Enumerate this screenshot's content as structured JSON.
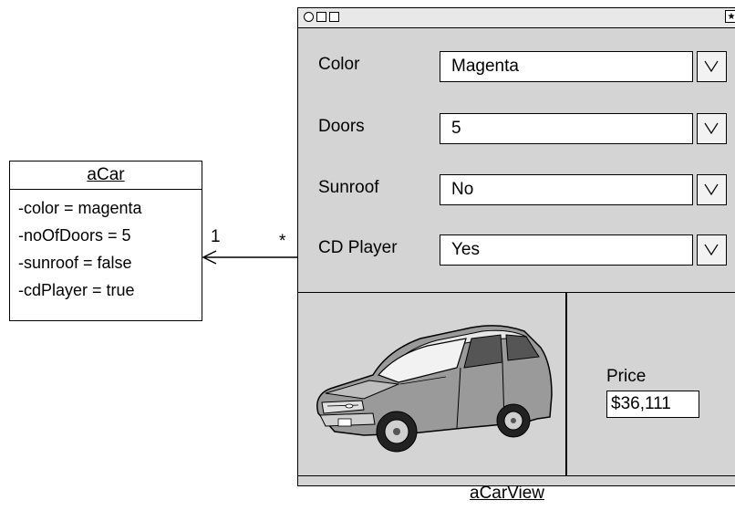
{
  "object": {
    "name": "aCar",
    "attributes": [
      "-color = magenta",
      "-noOfDoors = 5",
      "-sunroof = false",
      "-cdPlayer = true"
    ]
  },
  "association": {
    "multiplicity_object": "1",
    "multiplicity_view": "*"
  },
  "view": {
    "name": "aCarView",
    "fields": [
      {
        "label": "Color",
        "value": "Magenta"
      },
      {
        "label": "Doors",
        "value": "5"
      },
      {
        "label": "Sunroof",
        "value": "No"
      },
      {
        "label": "CD Player",
        "value": "Yes"
      }
    ],
    "price_label": "Price",
    "price_value": "$36,111",
    "car_image": "minivan-illustration"
  }
}
